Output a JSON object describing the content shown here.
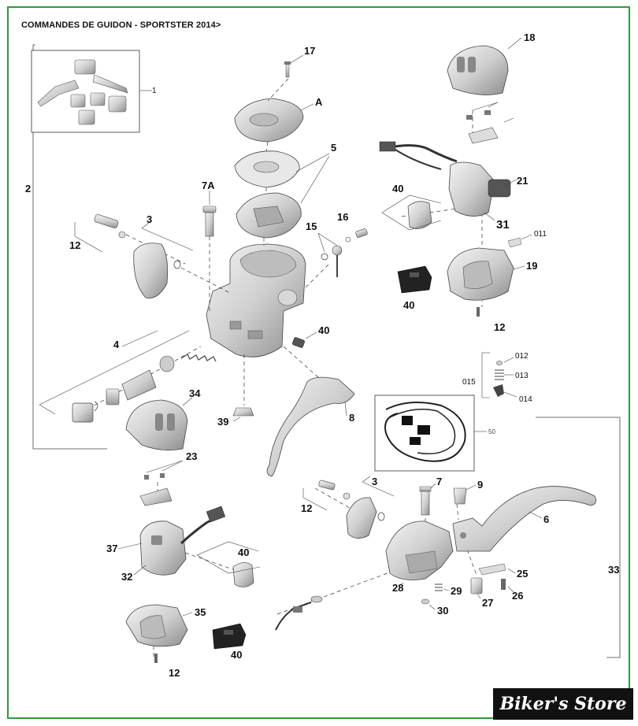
{
  "title": "COMMANDES DE GUIDON - SPORTSTER 2014>",
  "brand": "Biker's Store",
  "callouts": {
    "c1": "1",
    "c2": "2",
    "c3a": "3",
    "c3b": "3",
    "c4": "4",
    "c5": "5",
    "c6": "6",
    "c7": "7",
    "c7A": "7A",
    "c8": "8",
    "c9": "9",
    "c12a": "12",
    "c12b": "12",
    "c12c": "12",
    "c12d": "12",
    "c15": "15",
    "c16": "16",
    "c17": "17",
    "c18": "18",
    "c19": "19",
    "c21": "21",
    "c23": "23",
    "c25": "25",
    "c26": "26",
    "c27": "27",
    "c28": "28",
    "c29": "29",
    "c30": "30",
    "c31": "31",
    "c32": "32",
    "c33": "33",
    "c34": "34",
    "c35": "35",
    "c37": "37",
    "c39": "39",
    "c40a": "40",
    "c40b": "40",
    "c40c": "40",
    "c40d": "40",
    "c40e": "40",
    "c50": "50",
    "cA": "A",
    "c011": "011",
    "c012": "012",
    "c013": "013",
    "c014": "014",
    "c015": "015"
  }
}
